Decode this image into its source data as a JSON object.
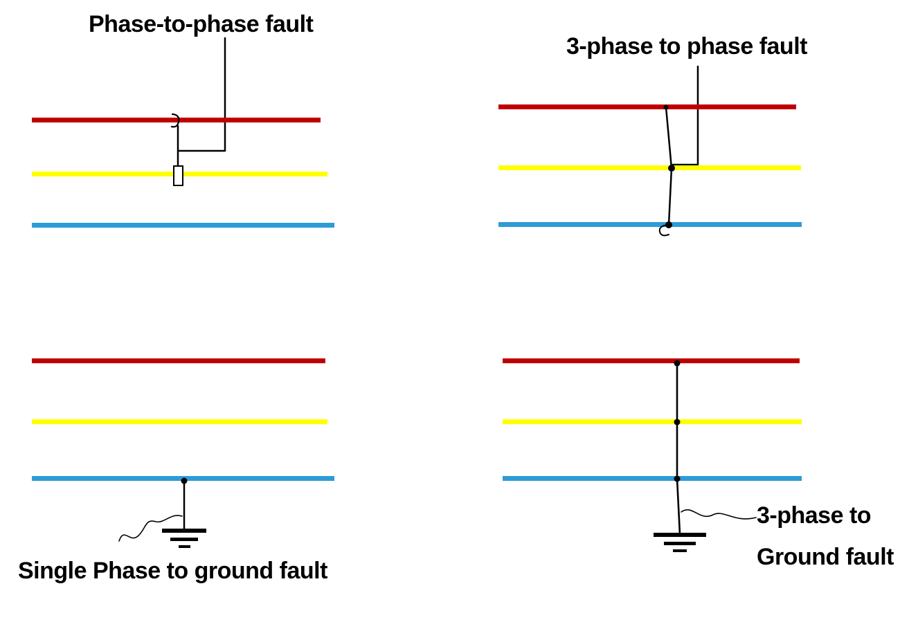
{
  "colors": {
    "phase-red": "#c00000",
    "phase-yellow": "#ffff00",
    "phase-blue": "#2e9bd6",
    "ink": "#000000"
  },
  "phases": [
    "red",
    "yellow",
    "blue"
  ],
  "diagrams": [
    {
      "id": "phase-to-phase",
      "label": "Phase-to-phase fault",
      "connected_phases": [
        "red",
        "yellow"
      ],
      "grounded": false
    },
    {
      "id": "three-phase-to-phase",
      "label": "3-phase to phase fault",
      "connected_phases": [
        "red",
        "yellow",
        "blue"
      ],
      "grounded": false
    },
    {
      "id": "single-phase-to-ground",
      "label": "Single Phase to ground fault",
      "connected_phases": [
        "blue"
      ],
      "grounded": true
    },
    {
      "id": "three-phase-to-ground",
      "label_lines": [
        "3-phase to",
        "Ground fault"
      ],
      "connected_phases": [
        "red",
        "yellow",
        "blue"
      ],
      "grounded": true
    }
  ]
}
